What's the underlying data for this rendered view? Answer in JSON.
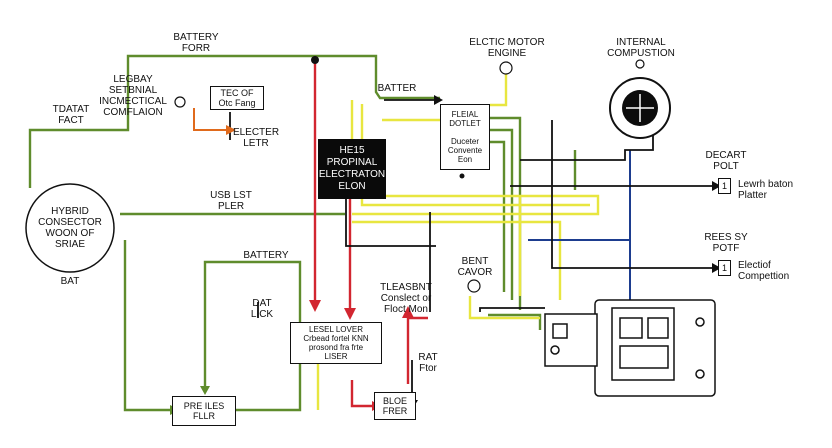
{
  "labels": {
    "battery_top": "BATTERY\nFORR",
    "legacy": "LEGBAY\nSETBNIAL\nINCMECTICAL\nCOMFLAION",
    "tatat": "TDATAT\nFACT",
    "lectr_motor": "ELCTIC MOTOR\nENGINE",
    "internal": "INTERNAL\nCOMPUSTION",
    "batter": "BATTER",
    "hybrid": "HYBRID\nCONSECTOR\nWOON OF\nSRIAE",
    "bat": "BAT",
    "usb": "USB LST\nPLER",
    "battery_mid": "BATTERY",
    "dat": "DAT\nLICK",
    "tlebsnt": "TLEASBNT\nConslect or\nFloct Mon",
    "bent": "BENT\nCAVOR",
    "rat": "RAT\nFtor",
    "decart": "DECART\nPOLT",
    "rees": "REES SY\nPOTF",
    "elecrer": "ELECTER\nLETR"
  },
  "boxes": {
    "tec_box": "TEC OF\nOtc Fang",
    "dark_box": "HE15\nPROPINAL\nELECTRATON\nELON",
    "right_box": "FLEIAL\nDOTLET\n\nDuceter\nConvente\nEon",
    "lower_box": "LESEL LOVER\nCrbead fortel KNN\nprosond fra frte\nLISER",
    "bottom_left_box": "PRE ILES\nFLLR",
    "bottom_mid_box": "BLOE\nFRER"
  },
  "ports": {
    "port1_num": "1",
    "port1_label": "Lewrh baton\nPlatter",
    "port2_num": "1",
    "port2_label": "Electiof\nCompettion"
  },
  "colors": {
    "green": "#5f8c2c",
    "yellow": "#e8e640",
    "red": "#d22630",
    "blue": "#1d3d8f",
    "orange": "#e06a1c",
    "black": "#111111"
  }
}
